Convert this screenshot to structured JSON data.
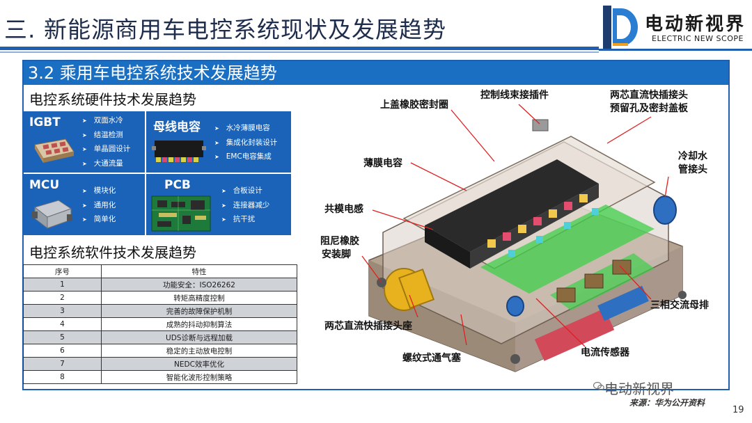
{
  "header": {
    "title": "三. 新能源商用车电控系统现状及发展趋势",
    "logo_cn": "电动新视界",
    "logo_en": "ELECTRIC NEW SCOPE"
  },
  "section": {
    "title": "3.2 乘用车电控系统技术发展趋势"
  },
  "hardware": {
    "heading": "电控系统硬件技术发展趋势",
    "cells": [
      {
        "name": "IGBT",
        "items": [
          "双面水冷",
          "结温检测",
          "单晶圆设计",
          "大通流量"
        ]
      },
      {
        "name": "母线电容",
        "items": [
          "水冷薄膜电容",
          "集成化封装设计",
          "EMC电容集成"
        ]
      },
      {
        "name": "MCU",
        "items": [
          "模块化",
          "通用化",
          "简单化"
        ]
      },
      {
        "name": "PCB",
        "items": [
          "合板设计",
          "连接器减少",
          "抗干扰"
        ]
      }
    ]
  },
  "software": {
    "heading": "电控系统软件技术发展趋势",
    "columns": [
      "序号",
      "特性"
    ],
    "rows": [
      [
        "1",
        "功能安全：ISO26262"
      ],
      [
        "2",
        "转矩高精度控制"
      ],
      [
        "3",
        "完善的故障保护机制"
      ],
      [
        "4",
        "成熟的抖动抑制算法"
      ],
      [
        "5",
        "UDS诊断与远程加载"
      ],
      [
        "6",
        "稳定的主动放电控制"
      ],
      [
        "7",
        "NEDC效率优化"
      ],
      [
        "8",
        "智能化波形控制策略"
      ]
    ]
  },
  "diagram": {
    "callouts": {
      "harness": "控制线束接插件",
      "dc_port": "两芯直流快插接头",
      "dc_port_2": "预留孔及密封盖板",
      "seal": "上盖橡胶密封圈",
      "film_cap": "薄膜电容",
      "coolant": "冷却水",
      "coolant_2": "管接头",
      "cm_choke": "共模电感",
      "damper": "阻尼橡胶",
      "damper_2": "安装脚",
      "ac_busbar": "三相交流母排",
      "dc_socket": "两芯直流快插接头座",
      "current_sensor": "电流传感器",
      "vent": "螺纹式通气塞"
    }
  },
  "footer": {
    "watermark": "电动新视界",
    "source": "来源：华为公开资料",
    "page": "19"
  },
  "colors": {
    "primary": "#1f5fae",
    "section_bar": "#1a6fc2",
    "hw_cell": "#1b63b8",
    "table_stripe": "#cfd3d8"
  }
}
